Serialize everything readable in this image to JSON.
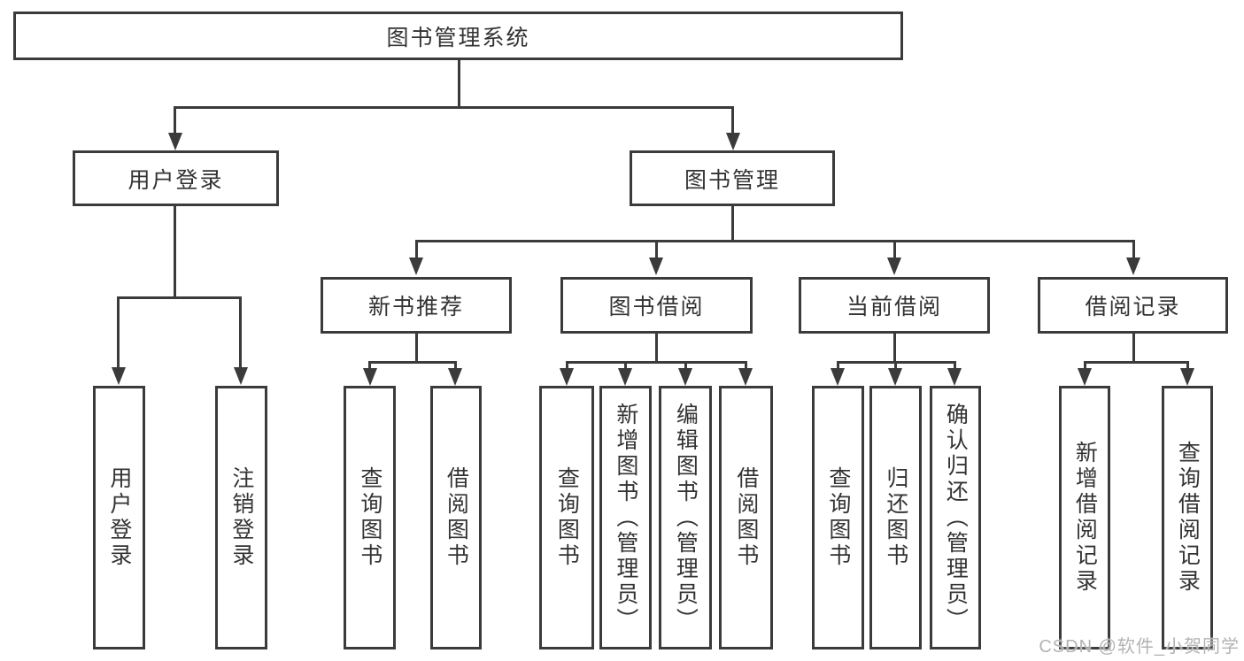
{
  "diagram": {
    "root": "图书管理系统",
    "level2": {
      "user_login": "用户登录",
      "book_mgmt": "图书管理"
    },
    "level3": {
      "new_books": "新书推荐",
      "book_borrow": "图书借阅",
      "current_borrow": "当前借阅",
      "borrow_records": "借阅记录"
    },
    "leaves": {
      "user_login": [
        "用户登录",
        "注销登录"
      ],
      "new_books": [
        "查询图书",
        "借阅图书"
      ],
      "book_borrow": [
        "查询图书",
        "新增图书（管理员）",
        "编辑图书（管理员）",
        "借阅图书"
      ],
      "current_borrow": [
        "查询图书",
        "归还图书",
        "确认归还（管理员）"
      ],
      "borrow_records": [
        "新增借阅记录",
        "查询借阅记录"
      ]
    }
  },
  "watermark": "CSDN @软件_小贺同学",
  "colors": {
    "line": "#3b3b3b",
    "text": "#333333",
    "background": "#ffffff",
    "watermark": "#b3b3b3"
  }
}
